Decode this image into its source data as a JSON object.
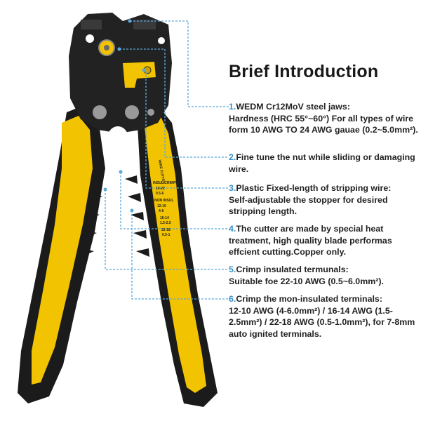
{
  "heading": "Brief Introduction",
  "colors": {
    "accent": "#3a8fc4",
    "handle_yellow": "#f2c300",
    "handle_black": "#1b1b1b",
    "text": "#222222"
  },
  "features": [
    {
      "number": "1.",
      "title": "WEDM Cr12MoV steel jaws:",
      "description": "Hardness (HRC 55°~60°) For all types of wire form 10 AWG TO 24 AWG gauae (0.2~5.0mm²)."
    },
    {
      "number": "2.",
      "title": "Fine tune the nut while sliding or damaging wire.",
      "description": ""
    },
    {
      "number": "3.",
      "title": "Plastic Fixed-length of stripping wire:",
      "description": "Self-adjustable the stopper for desired stripping length."
    },
    {
      "number": "4.",
      "title": "The cutter are made by special heat treatment, high quality blade performas effcient cutting.Copper only.",
      "description": ""
    },
    {
      "number": "5.",
      "title": "Crimp insulated termunals:",
      "description": "Suitable foe 22-10 AWG (0.5~6.0mm²)."
    },
    {
      "number": "6.",
      "title": "Crimp the mon-insulated terminals:",
      "description": "12-10 AWG (4-6.0mm²) / 16-14 AWG (1.5-2.5mm²) / 22-18 AWG (0.5-1.0mm²), for 7-8mm auto ignited terminals."
    }
  ],
  "tool_labels": {
    "wire_cutter": "WIRE CUTTER",
    "insul_crimper": "INSUL CRIMPER",
    "insul_sizes_1": "10-22",
    "insul_sizes_2": "0.5-6",
    "non_insul": "NON INSUL",
    "size_a": "12-10",
    "size_b": "4-6",
    "size_c": "16-14",
    "size_d": "1.5-2.5",
    "size_e": "22-18",
    "size_f": "0.5-1"
  }
}
